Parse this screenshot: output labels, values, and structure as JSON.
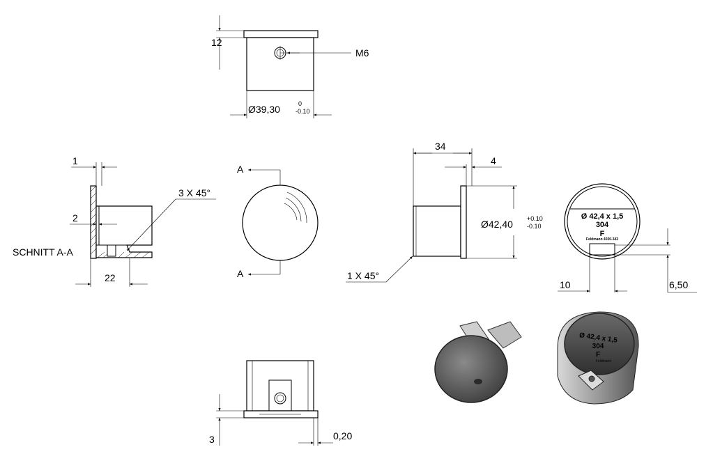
{
  "labels": {
    "dim_12": "12",
    "thread": "M6",
    "diameter_3930": "Ø39,30",
    "tol_upper_3930": "0",
    "tol_lower_3930": "-0.10",
    "dim_1": "1",
    "dim_2": "2",
    "chamfer_3x45": "3 X 45°",
    "section": "SCHNITT A-A",
    "dim_22": "22",
    "section_marker_top": "A",
    "section_marker_bottom": "A",
    "dim_34": "34",
    "dim_4": "4",
    "diameter_4240": "Ø42,40",
    "tol_upper_4240": "+0.10",
    "tol_lower_4240": "-0.10",
    "chamfer_1x45": "1 X 45°",
    "dim_10": "10",
    "dim_650": "6,50",
    "dim_3": "3",
    "dim_020": "0,20"
  },
  "engraving": {
    "line1": "Ø 42,4 x 1,5",
    "line2": "304",
    "line3": "F",
    "line4": "Feldmann 4030-343"
  },
  "render_engraving": {
    "line1": "Ø 42,4 x 1,5",
    "line2": "304",
    "line3": "F",
    "line4": "Feldmann"
  }
}
